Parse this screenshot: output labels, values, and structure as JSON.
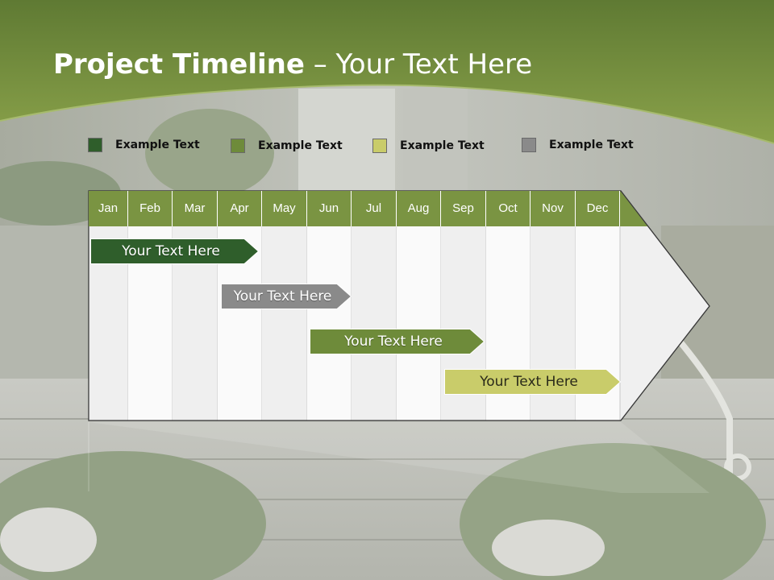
{
  "slide": {
    "title_bold": "Project Timeline",
    "title_rest": " – Your Text Here"
  },
  "legend": [
    {
      "label": "Example Text",
      "color": "#2f5e2b"
    },
    {
      "label": "Example Text",
      "color": "#6e8b3a"
    },
    {
      "label": "Example Text",
      "color": "#c9cc6a"
    },
    {
      "label": "Example Text",
      "color": "#8a8a8a"
    }
  ],
  "timeline": {
    "months": [
      "Jan",
      "Feb",
      "Mar",
      "Apr",
      "May",
      "Jun",
      "Jul",
      "Aug",
      "Sep",
      "Oct",
      "Nov",
      "Dec"
    ],
    "header_color": "#7a9442",
    "tasks": [
      {
        "label": "Your  Text Here",
        "color": "#2f5e2b"
      },
      {
        "label": "Your  Text Here",
        "color": "#8a8a8a"
      },
      {
        "label": "Your  Text Here",
        "color": "#6e8b3a"
      },
      {
        "label": "Your  Text Here",
        "color": "#c9cc6a"
      }
    ]
  }
}
